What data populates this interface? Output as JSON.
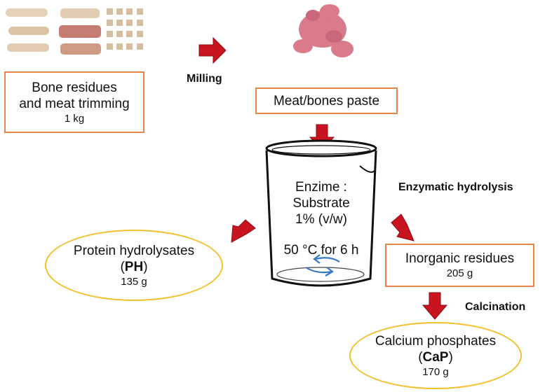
{
  "input_box": {
    "line1": "Bone residues",
    "line2": "and meat trimming",
    "amount": "1 kg"
  },
  "paste_box": {
    "label": "Meat/bones paste"
  },
  "steps": {
    "milling": "Milling",
    "hydrolysis": "Enzymatic hydrolysis",
    "calcination": "Calcination"
  },
  "beaker": {
    "line1": "Enzime :",
    "line2": "Substrate",
    "line3": "1% (v/w)",
    "line4": "50 °C for 6 h"
  },
  "protein": {
    "label": "Protein hydrolysates",
    "abbr": "PH",
    "amount": "135 g"
  },
  "inorganic": {
    "label": "Inorganic residues",
    "amount": "205 g"
  },
  "calcium": {
    "label": "Calcium phosphates",
    "abbr": "CaP",
    "amount": "170 g"
  },
  "colors": {
    "box_border": "#e8864a",
    "ellipse_border": "#f2c12e",
    "arrow": "#c8141e",
    "stir": "#3a78c2"
  }
}
